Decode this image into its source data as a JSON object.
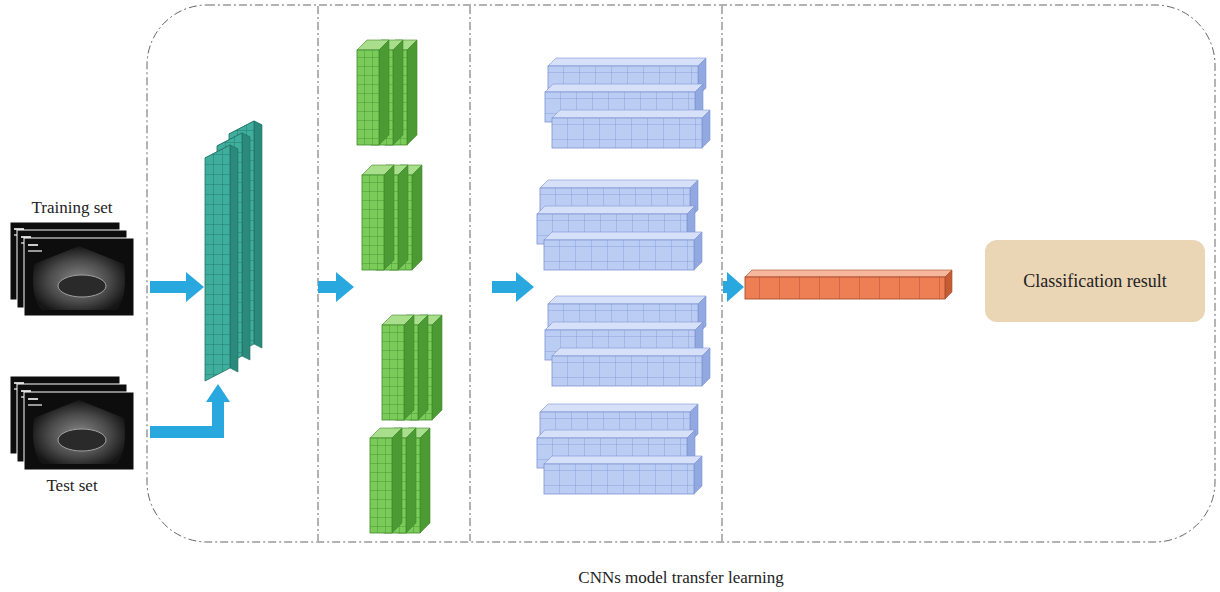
{
  "diagram": {
    "nodes": [
      {
        "text": [
          "Training set"
        ]
      },
      {
        "text": [
          "Test set"
        ]
      },
      {
        "text": [
          "CNNs model transfer learning"
        ]
      },
      {
        "text": [
          "Classification result"
        ],
        "in": 2
      }
    ]
  }
}
